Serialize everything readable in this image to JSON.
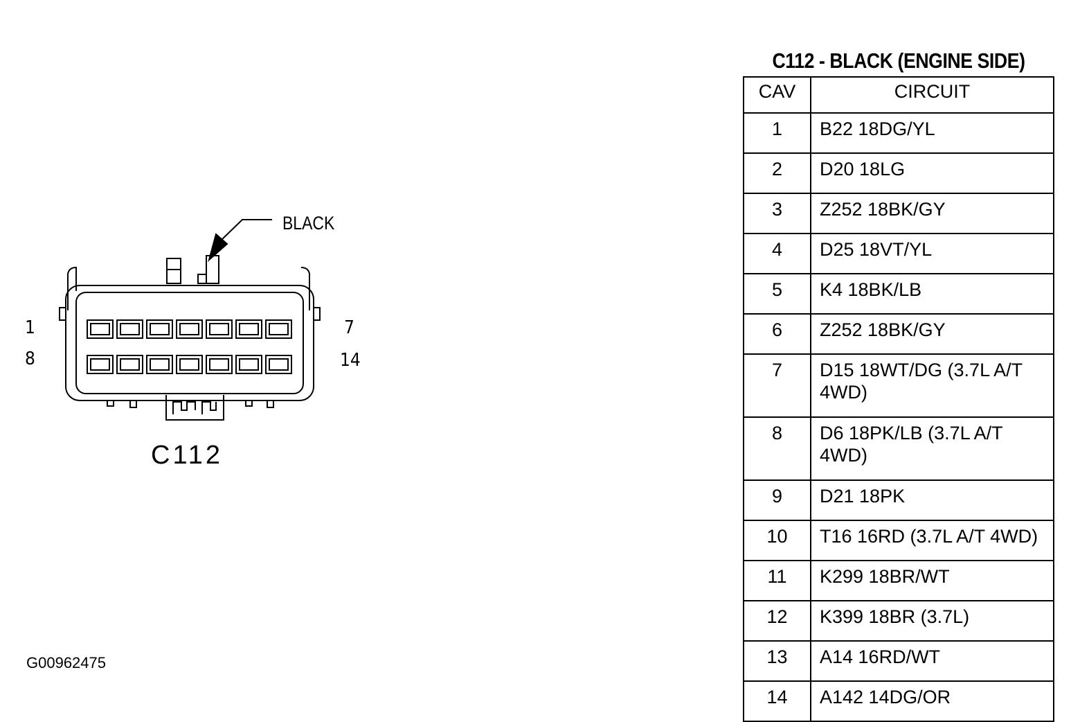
{
  "connector": {
    "name": "C112",
    "color_callout": "BLACK",
    "pin_labels": {
      "top_left": "1",
      "bottom_left": "8",
      "top_right": "7",
      "bottom_right": "14"
    },
    "cavity_rows": 2,
    "cavities_per_row": 7
  },
  "table": {
    "title": "C112 - BLACK (ENGINE SIDE)",
    "headers": {
      "cav": "CAV",
      "circuit": "CIRCUIT"
    },
    "rows": [
      {
        "cav": "1",
        "circuit": "B22 18DG/YL"
      },
      {
        "cav": "2",
        "circuit": "D20 18LG"
      },
      {
        "cav": "3",
        "circuit": "Z252 18BK/GY"
      },
      {
        "cav": "4",
        "circuit": "D25 18VT/YL"
      },
      {
        "cav": "5",
        "circuit": "K4 18BK/LB"
      },
      {
        "cav": "6",
        "circuit": "Z252 18BK/GY"
      },
      {
        "cav": "7",
        "circuit": "D15 18WT/DG (3.7L A/T 4WD)"
      },
      {
        "cav": "8",
        "circuit": "D6 18PK/LB (3.7L A/T 4WD)"
      },
      {
        "cav": "9",
        "circuit": "D21 18PK"
      },
      {
        "cav": "10",
        "circuit": "T16 16RD (3.7L A/T 4WD)"
      },
      {
        "cav": "11",
        "circuit": "K299 18BR/WT"
      },
      {
        "cav": "12",
        "circuit": "K399 18BR (3.7L)"
      },
      {
        "cav": "13",
        "circuit": "A14 16RD/WT"
      },
      {
        "cav": "14",
        "circuit": "A142 14DG/OR"
      }
    ]
  },
  "figure_id": "G00962475"
}
